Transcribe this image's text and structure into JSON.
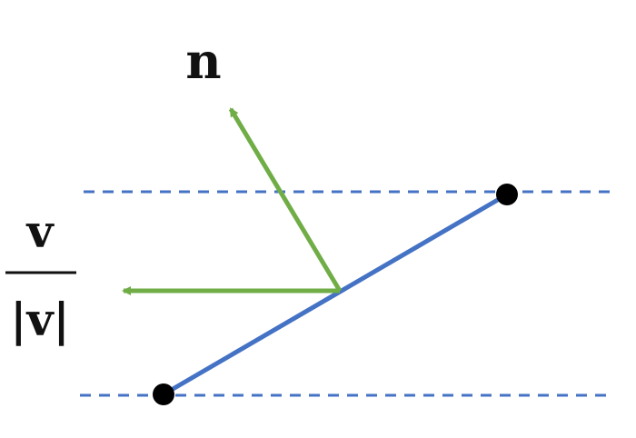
{
  "labels": {
    "normal": "n",
    "fraction_numerator": "v",
    "fraction_denominator": "|v|"
  },
  "colors": {
    "segment": "#4472c4",
    "vectors": "#70ad47",
    "dashed_lines": "#4472c4",
    "points": "#000000",
    "text": "#111111"
  }
}
